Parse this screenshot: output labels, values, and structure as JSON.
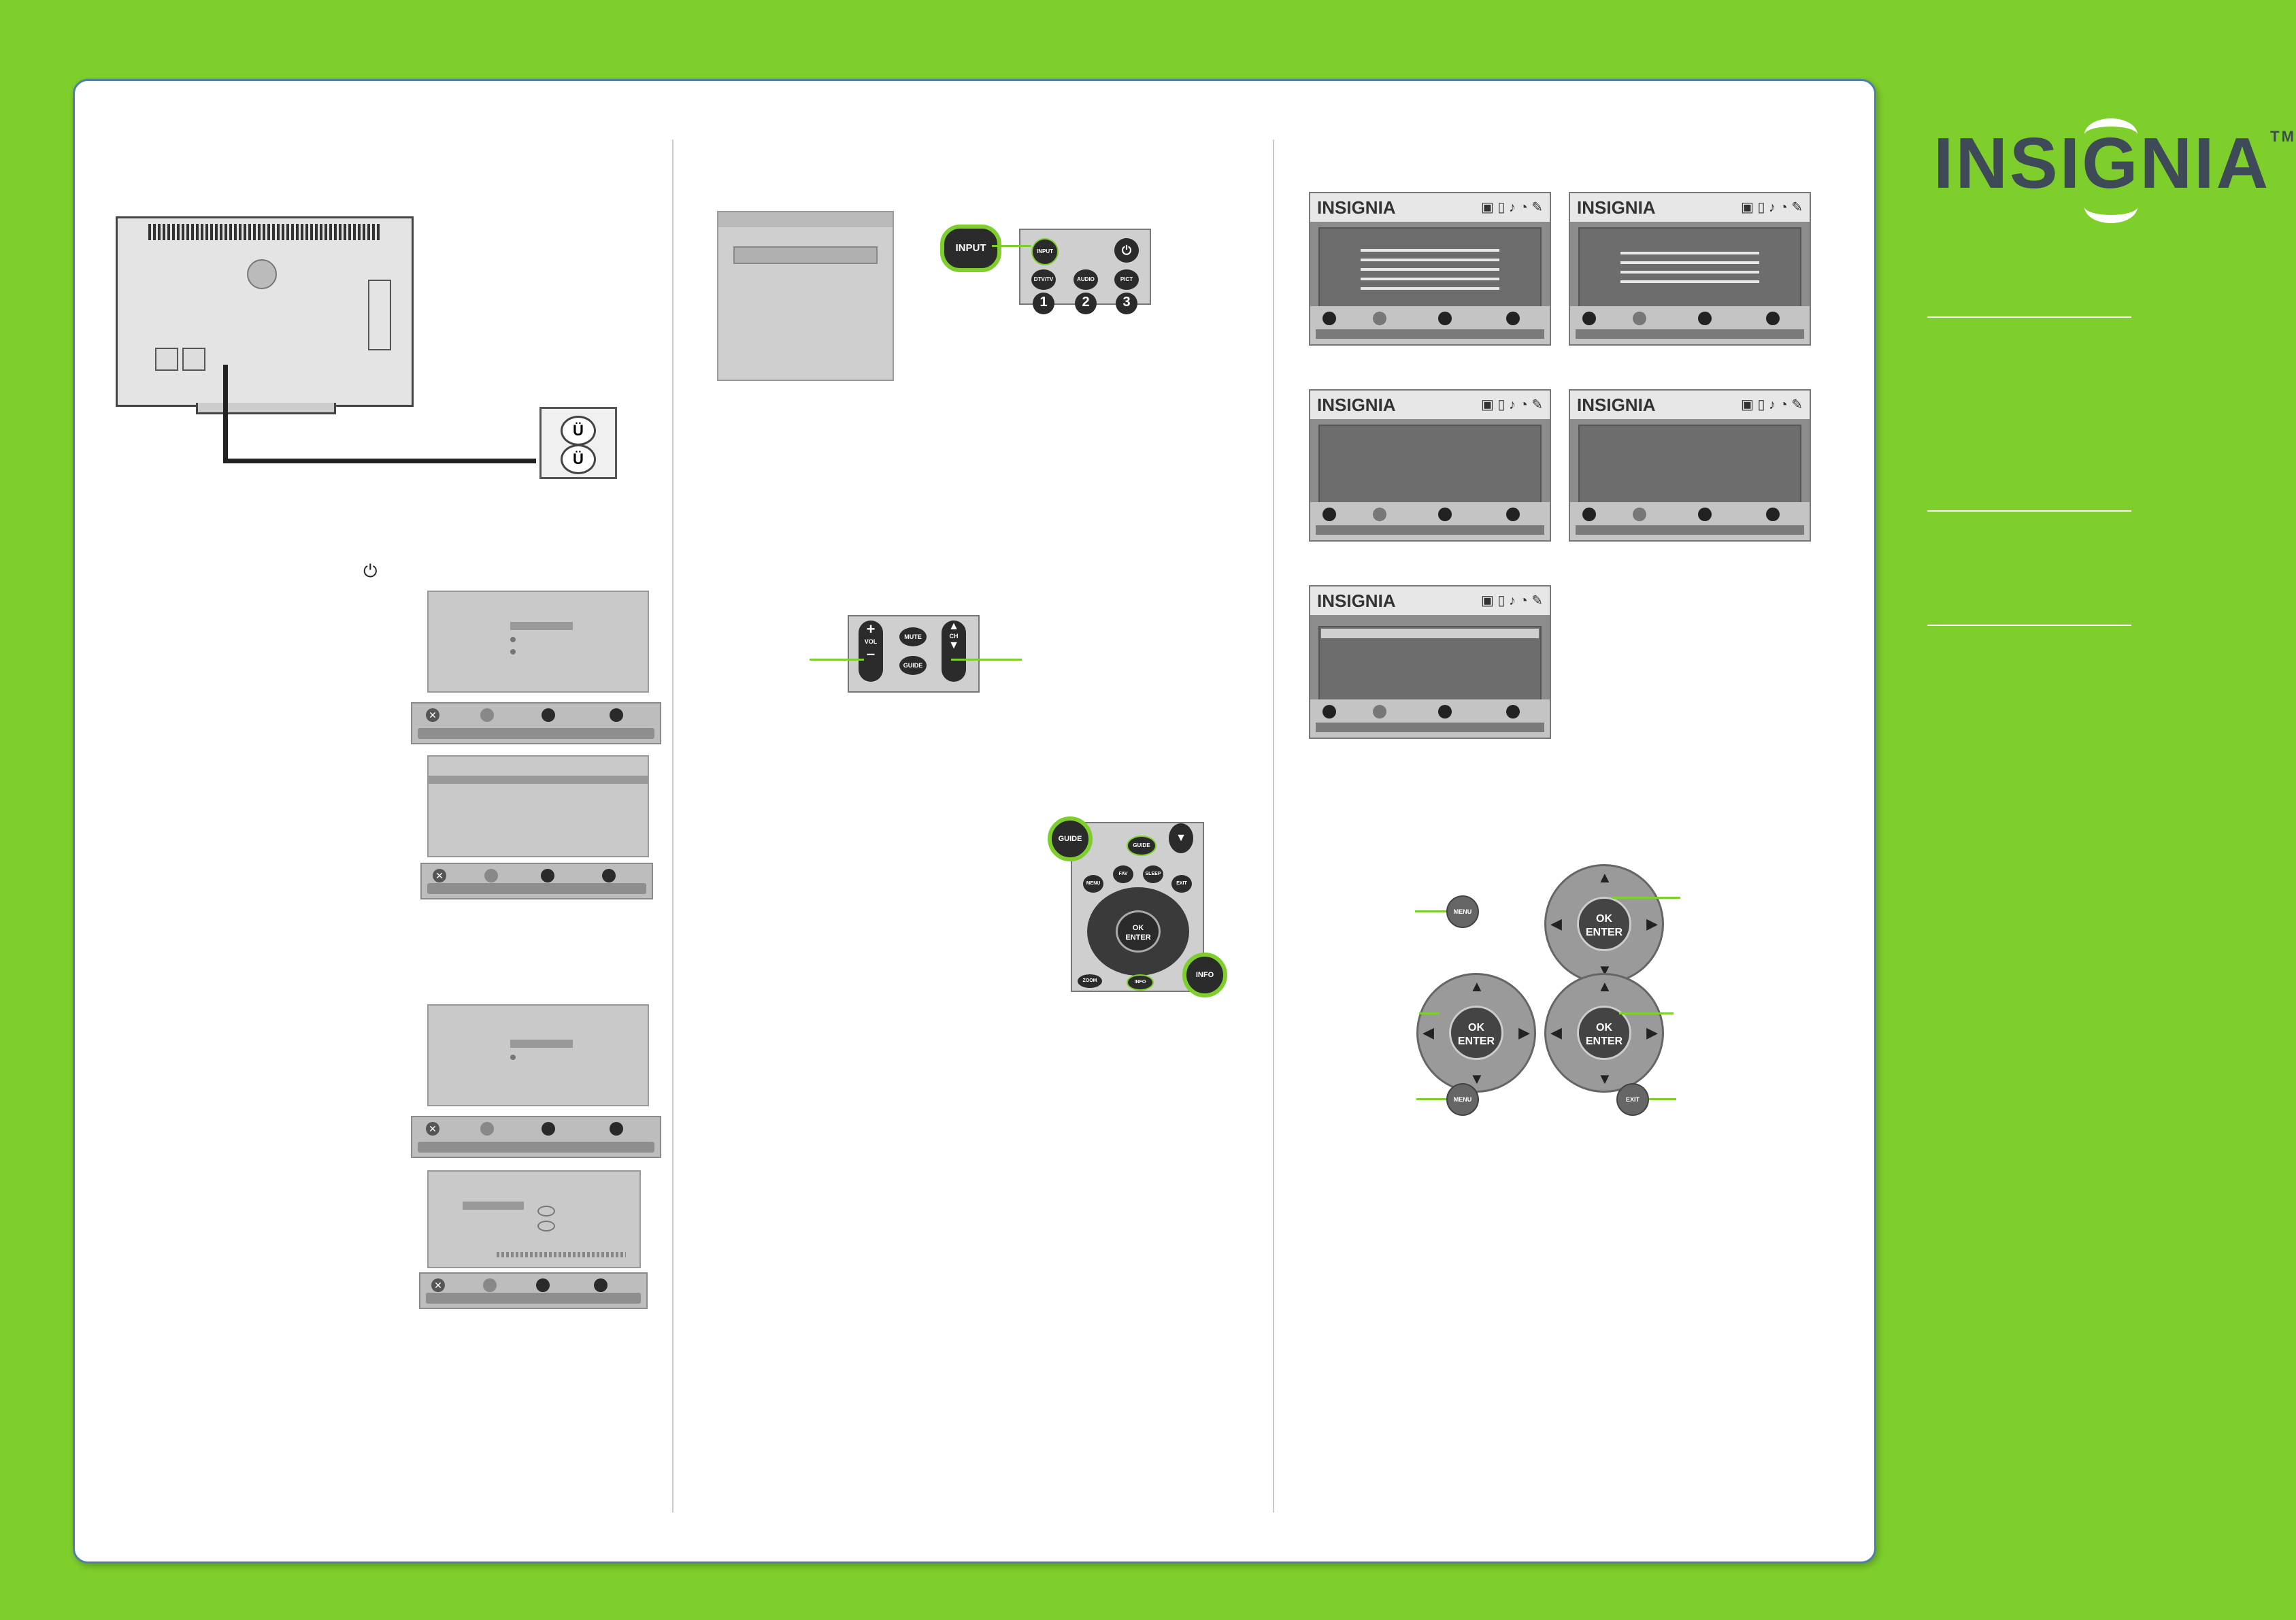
{
  "brand": {
    "name": "INSIGNIA",
    "tm": "TM"
  },
  "power_symbol": "⏻",
  "outlet": {
    "socket_label": "Ü"
  },
  "remote_input": {
    "callout": "INPUT",
    "buttons": [
      "INPUT",
      "DTV/TV",
      "AUDIO",
      "PICT"
    ],
    "digits": [
      "1",
      "2",
      "3"
    ]
  },
  "remote_vol": {
    "vol": "VOL",
    "ch": "CH",
    "mute": "MUTE",
    "guide": "GUIDE",
    "plus": "+",
    "minus": "–"
  },
  "remote_nav": {
    "guide_callout": "GUIDE",
    "info_callout": "INFO",
    "buttons": [
      "GUIDE",
      "MENU",
      "FAV",
      "SLEEP",
      "EXIT",
      "ZOOM",
      "INFO"
    ],
    "ok": "OK\nENTER"
  },
  "menu_screens": {
    "brand": "INSIGNIA"
  },
  "nav_controls": {
    "menu": "MENU",
    "exit": "EXIT",
    "ok_line1": "OK",
    "ok_line2": "ENTER"
  }
}
